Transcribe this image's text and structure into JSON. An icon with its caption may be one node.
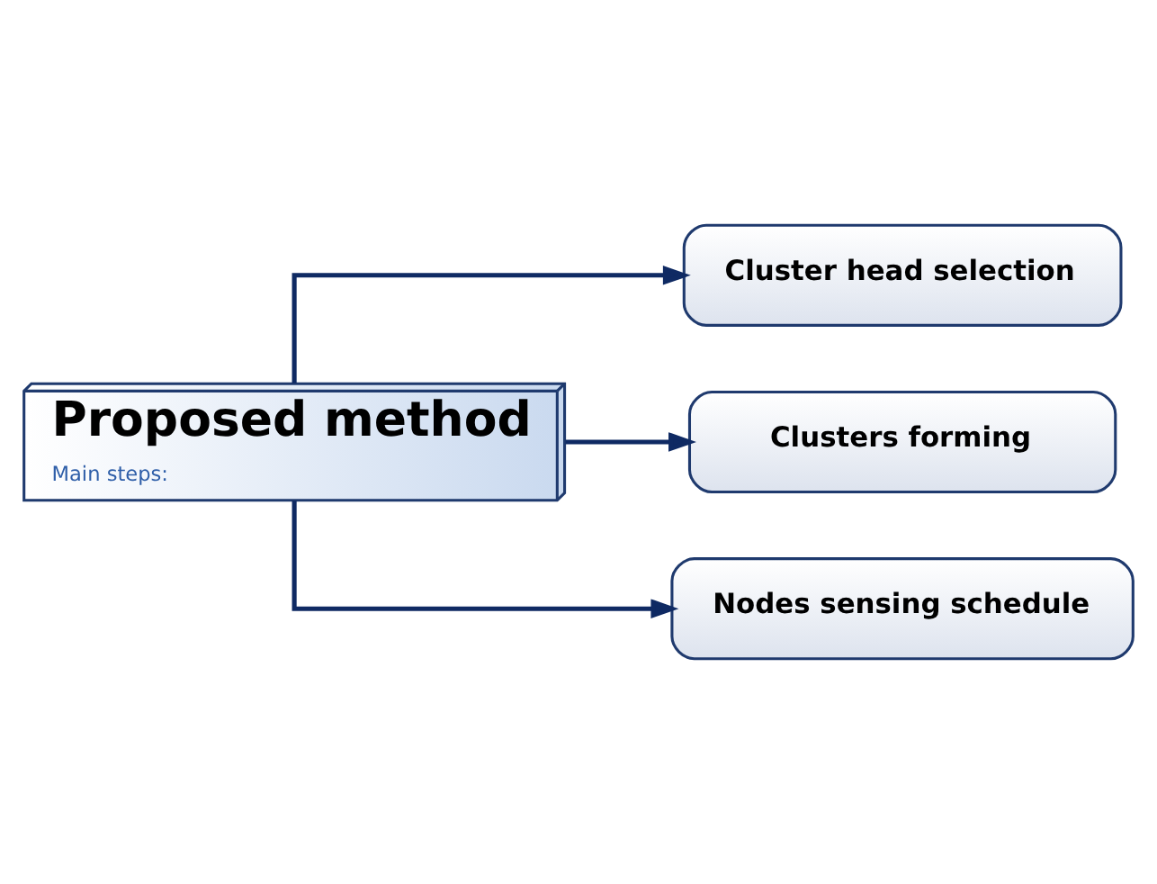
{
  "diagram": {
    "nodes": [
      {
        "text": [
          "Proposed method",
          "Main steps:"
        ]
      },
      {
        "text": [
          "Cluster head selection"
        ]
      },
      {
        "text": [
          "Clusters forming"
        ]
      },
      {
        "text": [
          "Nodes sensing schedule"
        ]
      }
    ],
    "edges": [
      {
        "from": 0,
        "to": 1,
        "arrow": "to"
      },
      {
        "from": 0,
        "to": 2,
        "arrow": "to"
      },
      {
        "from": 0,
        "to": 3,
        "arrow": "to"
      }
    ]
  }
}
